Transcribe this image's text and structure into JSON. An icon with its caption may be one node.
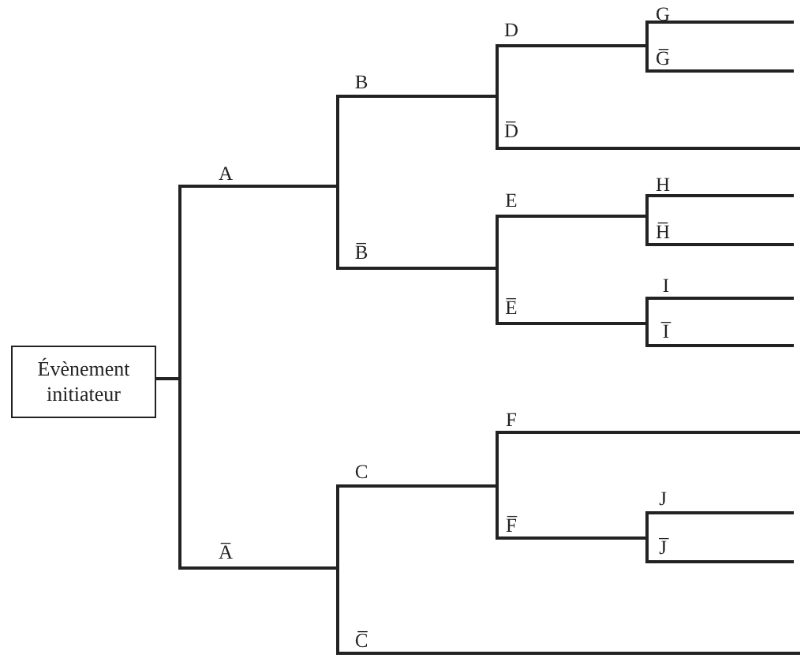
{
  "diagram": {
    "nodes": [
      {
        "text": [
          "Évènement initiateur"
        ]
      }
    ],
    "labels": [
      "G",
      "D",
      "G̅",
      "B",
      "D̅",
      "A",
      "H",
      "E",
      "H̅",
      "B̅",
      "I",
      "E̅",
      "I̅",
      "F",
      "C",
      "J",
      "F̅",
      "J̅",
      "A̅",
      "C̅"
    ]
  }
}
